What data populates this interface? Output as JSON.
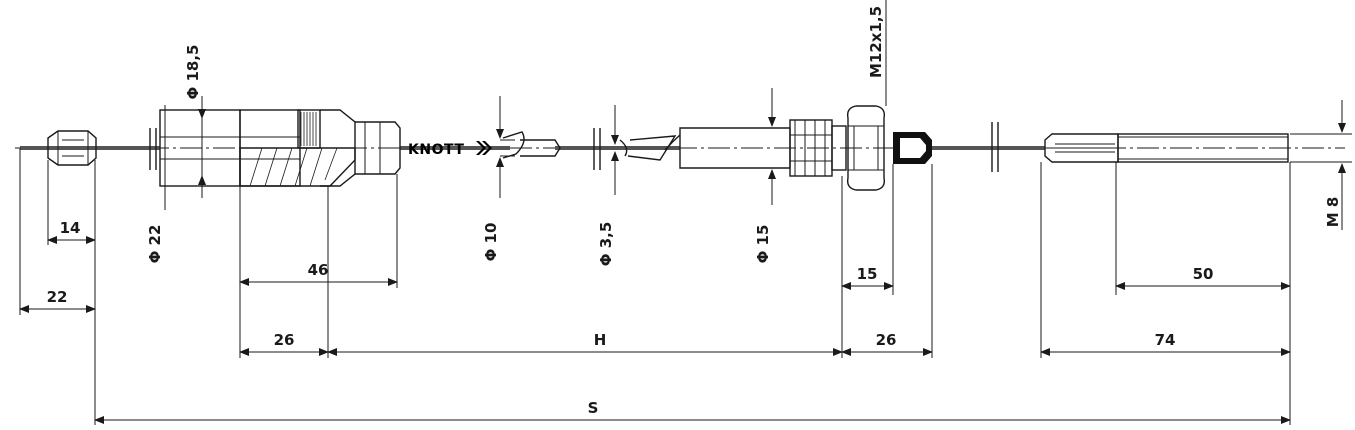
{
  "brand": {
    "name": "KNOTT",
    "logo_icon": "double-chevron-icon"
  },
  "dimensions": {
    "d_18_5": "Φ 18,5",
    "d_22": "Φ 22",
    "d_10": "Φ 10",
    "d_3_5": "Φ 3,5",
    "d_15": "Φ 15",
    "thread_m12": "M12x1,5",
    "thread_m8": "M 8",
    "len_14": "14",
    "len_22": "22",
    "len_46": "46",
    "len_26_left": "26",
    "len_h": "H",
    "len_15": "15",
    "len_26_right": "26",
    "len_50": "50",
    "len_74": "74",
    "len_s": "S"
  }
}
